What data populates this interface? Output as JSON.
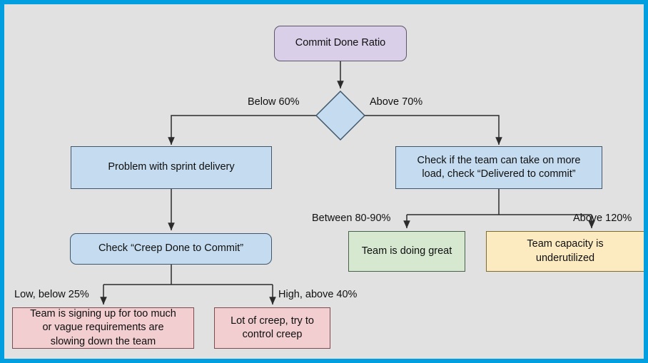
{
  "diagram": {
    "title_node": "Commit Done Ratio",
    "canvas": {
      "background": "#e1e1e1",
      "border_color": "#029fe0"
    },
    "nodes": [
      {
        "id": "root",
        "label": "Commit Done Ratio",
        "shape": "rounded-rect",
        "color": "#d9cfe8"
      },
      {
        "id": "decision",
        "label": "",
        "shape": "diamond",
        "color": "#c5dcf0"
      },
      {
        "id": "problem",
        "label": "Problem with sprint delivery",
        "shape": "rect",
        "color": "#c5dcf0"
      },
      {
        "id": "check_more",
        "label": "Check if the team can take on more load, check “Delivered to commit”",
        "shape": "rect",
        "color": "#c5dcf0"
      },
      {
        "id": "check_creep",
        "label": "Check “Creep Done to Commit”",
        "shape": "rounded-rect",
        "color": "#c5dcf0"
      },
      {
        "id": "great",
        "label": "Team is doing great",
        "shape": "rect",
        "color": "#d6e8d0"
      },
      {
        "id": "underutil",
        "label": "Team capacity is underutilized",
        "shape": "rect",
        "color": "#fcebc0"
      },
      {
        "id": "signing_up",
        "label": "Team is signing up for too much or vague requirements are slowing down the team",
        "shape": "rect",
        "color": "#f2ced0"
      },
      {
        "id": "lot_creep",
        "label": "Lot of creep, try to control creep",
        "shape": "rect",
        "color": "#f2ced0"
      }
    ],
    "edge_labels": {
      "below_60": "Below 60%",
      "above_70": "Above 70%",
      "between_80_90": "Between 80-90%",
      "above_120": "Above 120%",
      "low_below_25": "Low, below 25%",
      "high_above_40": "High, above 40%"
    },
    "node_text": {
      "root": "Commit Done Ratio",
      "problem": "Problem with sprint delivery",
      "check_more_line1": "Check if the team can take on more",
      "check_more_line2": "load, check “Delivered to commit”",
      "check_creep": "Check “Creep Done to Commit”",
      "great": "Team is doing great",
      "underutil_line1": "Team capacity is",
      "underutil_line2": "underutilized",
      "signing_line1": "Team is signing up for too much",
      "signing_line2": "or vague requirements are",
      "signing_line3": "slowing down the team",
      "lot_creep_line1": "Lot of creep, try to",
      "lot_creep_line2": "control creep"
    }
  }
}
